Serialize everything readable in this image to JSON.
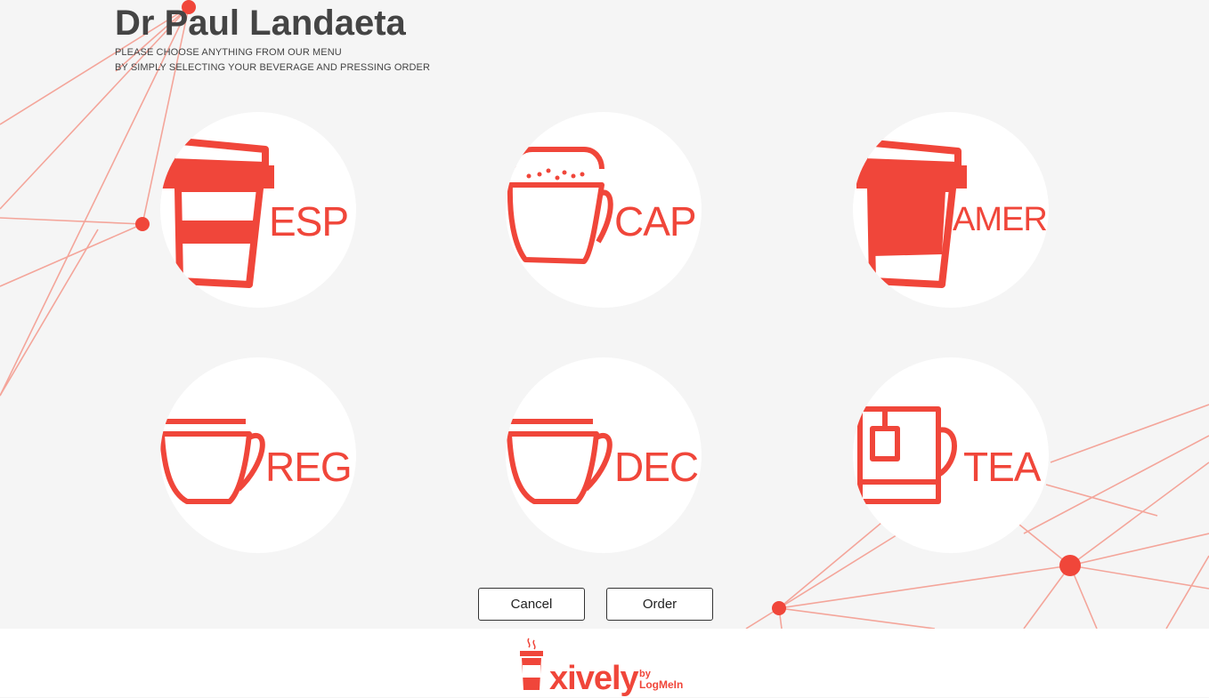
{
  "header": {
    "title": "Dr Paul Landaeta",
    "subtitle_line1": "PLEASE CHOOSE ANYTHING FROM OUR MENU",
    "subtitle_line2": "BY SIMPLY SELECTING YOUR BEVERAGE AND PRESSING ORDER"
  },
  "menu": {
    "items": [
      {
        "label": "ESP",
        "icon": "takeaway-cup-icon"
      },
      {
        "label": "CAP",
        "icon": "cappuccino-mug-icon"
      },
      {
        "label": "AMER",
        "icon": "takeaway-cup-icon"
      },
      {
        "label": "REG",
        "icon": "coffee-cup-icon"
      },
      {
        "label": "DEC",
        "icon": "coffee-cup-icon"
      },
      {
        "label": "TEA",
        "icon": "tea-mug-icon"
      }
    ]
  },
  "actions": {
    "cancel_label": "Cancel",
    "order_label": "Order"
  },
  "footer": {
    "brand": "xively",
    "by": "by",
    "partner": "LogMeIn",
    "logo_icon": "coffee-bar-logo-icon"
  },
  "colors": {
    "accent": "#f0463a",
    "line": "#f4a090",
    "background": "#f5f5f5",
    "title": "#444444"
  }
}
